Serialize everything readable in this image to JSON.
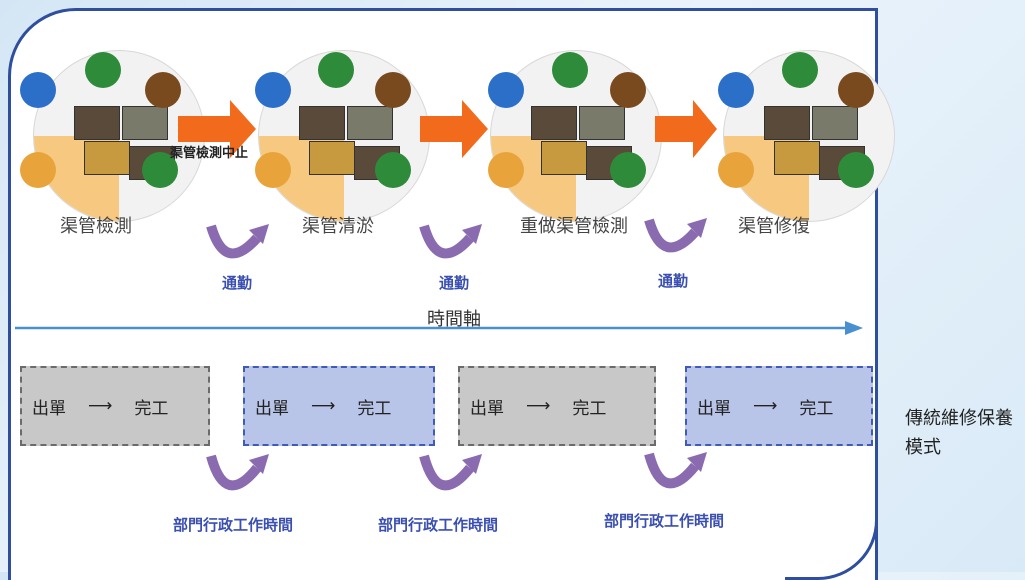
{
  "stages": [
    {
      "label": "渠管檢測"
    },
    {
      "label": "渠管清淤"
    },
    {
      "label": "重做渠管檢測"
    },
    {
      "label": "渠管修復"
    }
  ],
  "overlay_text": "渠管檢測中止",
  "commute_labels": [
    "通勤",
    "通勤",
    "通勤"
  ],
  "timeline_label": "時間軸",
  "order_boxes": [
    {
      "start": "出單",
      "arrow": "⟶",
      "end": "完工"
    },
    {
      "start": "出單",
      "arrow": "⟶",
      "end": "完工"
    },
    {
      "start": "出單",
      "arrow": "⟶",
      "end": "完工"
    },
    {
      "start": "出單",
      "arrow": "⟶",
      "end": "完工"
    }
  ],
  "admin_labels": [
    "部門行政工作時間",
    "部門行政工作時間",
    "部門行政工作時間"
  ],
  "side_label": "傳統維修保養模式",
  "colors": {
    "flow_arrow": "#f26a1b",
    "curve_arrow": "#8a6bb0",
    "timeline": "#4a8fd0",
    "border": "#2f4e9e",
    "badge_green": "#2e8b3a",
    "badge_brown": "#7a4a1f",
    "badge_blue": "#2b6fc9",
    "badge_orange": "#e8a43a"
  }
}
